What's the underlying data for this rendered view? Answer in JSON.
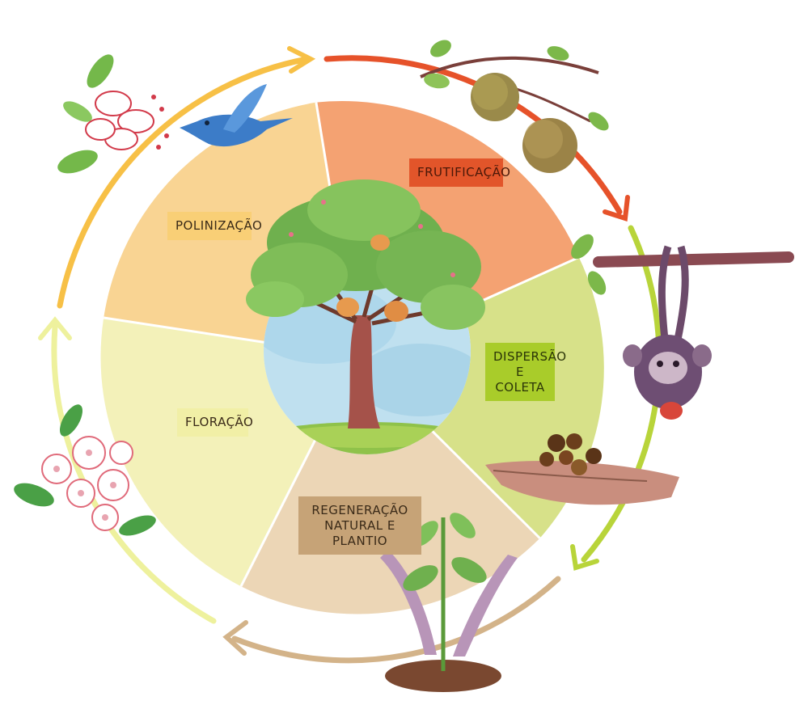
{
  "stages": [
    {
      "id": "frutificacao",
      "label": "FRUTIFICAÇÃO",
      "color": "#f4a272",
      "label_bg": "#e2552a"
    },
    {
      "id": "dispersao",
      "label": "DISPERSÃO\nE COLETA",
      "color": "#d7e189",
      "label_bg": "#a9cc2a"
    },
    {
      "id": "regeneracao",
      "label": "REGENERAÇÃO\nNATURAL E PLANTIO",
      "color": "#ecd6b6",
      "label_bg": "#c6a377"
    },
    {
      "id": "floracao",
      "label": "FLORAÇÃO",
      "color": "#f3f1b9",
      "label_bg": "#f1efa6"
    },
    {
      "id": "polinizacao",
      "label": "POLINIZAÇÃO",
      "color": "#f9d493",
      "label_bg": "#f9cf76"
    }
  ],
  "arrow_colors": {
    "polinizacao_to_frutificacao": "#f7c046",
    "frutificacao_to_dispersao": "#e6522a",
    "dispersao_to_regeneracao": "#b8d43a",
    "regeneracao_to_floracao": "#d3b389",
    "floracao_to_polinizacao": "#eef19d"
  },
  "illustrations": [
    "tree",
    "fruit-branch",
    "monkey",
    "seeds-hand",
    "seedling-hands",
    "white-flowers",
    "pink-flower",
    "blue-bird"
  ]
}
